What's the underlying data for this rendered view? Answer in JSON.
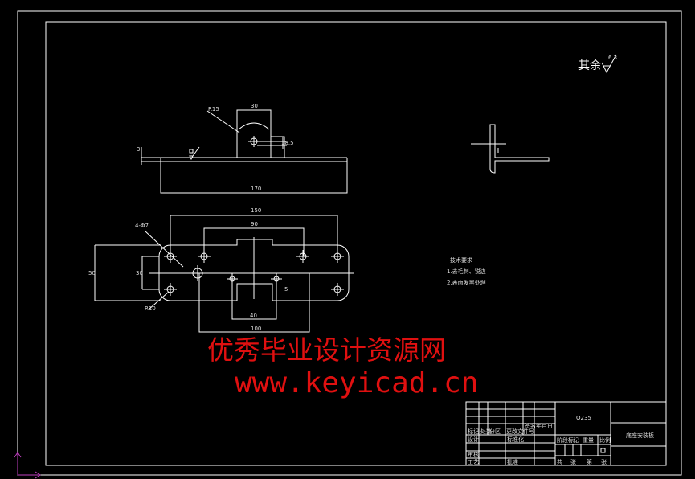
{
  "drawing": {
    "roughness_note": "其余",
    "roughness_value": "6.3",
    "dims_front": {
      "width_boss": "30",
      "radius": "R15",
      "height_hole": "18.5",
      "thickness": "3",
      "length": "170"
    },
    "dims_plan": {
      "hole_span_outer": "150",
      "hole_span_inner": "90",
      "height": "50",
      "hole_pitch_v": "30",
      "hole_dia": "4-Φ7",
      "corner_radius": "R10",
      "notch_width": "40",
      "center_span": "100",
      "offset": "5"
    },
    "tech_notes": [
      "技术要求",
      "1.去毛刺、锐边",
      "2.表面发黑处理"
    ],
    "title_block": {
      "material": "Q235",
      "part_name": "底座安装板",
      "labels": [
        "标记",
        "处数",
        "分区",
        "更改文件号",
        "签名",
        "年月日",
        "设计",
        "标准化",
        "审核",
        "工艺",
        "批准",
        "阶段标记",
        "重量",
        "比例",
        "共",
        "张",
        "第",
        "张"
      ]
    }
  },
  "watermark": {
    "line1": "优秀毕业设计资源网",
    "line2": "www.keyicad.cn"
  },
  "colors": {
    "lines": "#ffffff",
    "watermark": "#e01010",
    "ucs": "#c040c0"
  }
}
